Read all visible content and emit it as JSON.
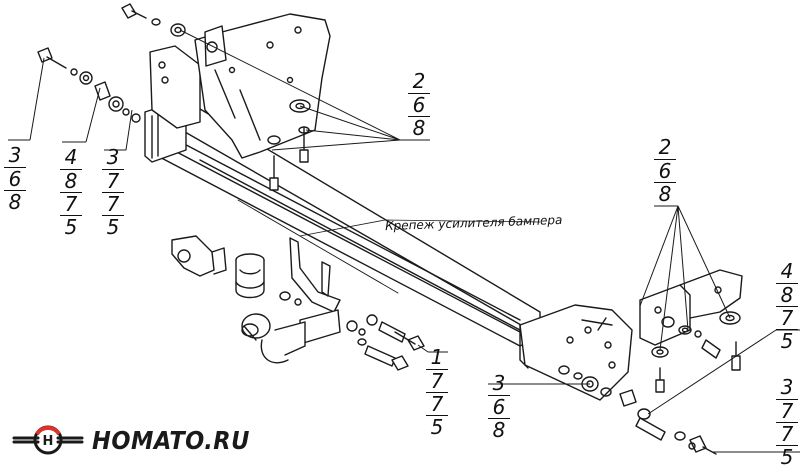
{
  "diagram": {
    "note_label": "Крепеж усилителя бампера",
    "callouts": [
      {
        "id": "c1",
        "rows": [
          "3",
          "6",
          "8"
        ]
      },
      {
        "id": "c2",
        "rows": [
          "4",
          "8",
          "7",
          "5"
        ]
      },
      {
        "id": "c3",
        "rows": [
          "3",
          "7",
          "7",
          "5"
        ]
      },
      {
        "id": "c4",
        "rows": [
          "2",
          "6",
          "8"
        ]
      },
      {
        "id": "c5",
        "rows": [
          "2",
          "6",
          "8"
        ]
      },
      {
        "id": "c6",
        "rows": [
          "4",
          "8",
          "7",
          "5"
        ]
      },
      {
        "id": "c7",
        "rows": [
          "1",
          "7",
          "7",
          "5"
        ]
      },
      {
        "id": "c8",
        "rows": [
          "3",
          "6",
          "8"
        ]
      },
      {
        "id": "c9",
        "rows": [
          "3",
          "7",
          "7",
          "5"
        ]
      }
    ]
  },
  "brand": {
    "logo_text": "HOMATO.RU",
    "accent": "#e0302a"
  }
}
